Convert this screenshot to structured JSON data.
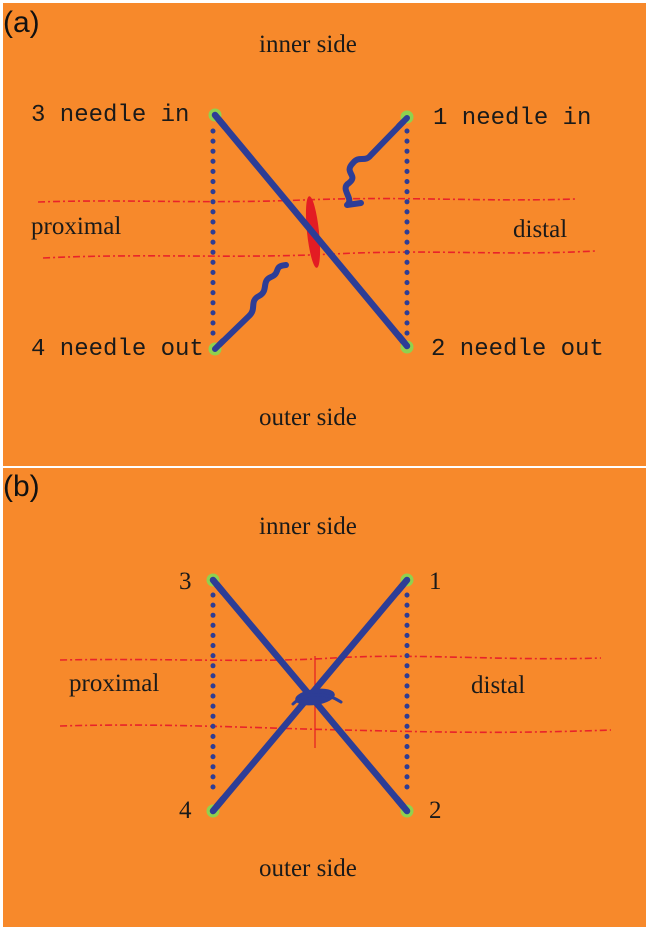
{
  "panels": {
    "a": {
      "label": "(a)",
      "inner": "inner side",
      "outer": "outer side",
      "proximal": "proximal",
      "distal": "distal",
      "p1": "1 needle in",
      "p2": "2 needle out",
      "p3": "3 needle in",
      "p4": "4 needle out"
    },
    "b": {
      "label": "(b)",
      "inner": "inner side",
      "outer": "outer side",
      "proximal": "proximal",
      "distal": "distal",
      "p1": "1",
      "p2": "2",
      "p3": "3",
      "p4": "4"
    }
  },
  "colors": {
    "background": "#f7892b",
    "suture": "#2d3d96",
    "needle_point": "#8fd14f",
    "tissue_edge": "#e8232a",
    "wound": "#e31c23"
  }
}
